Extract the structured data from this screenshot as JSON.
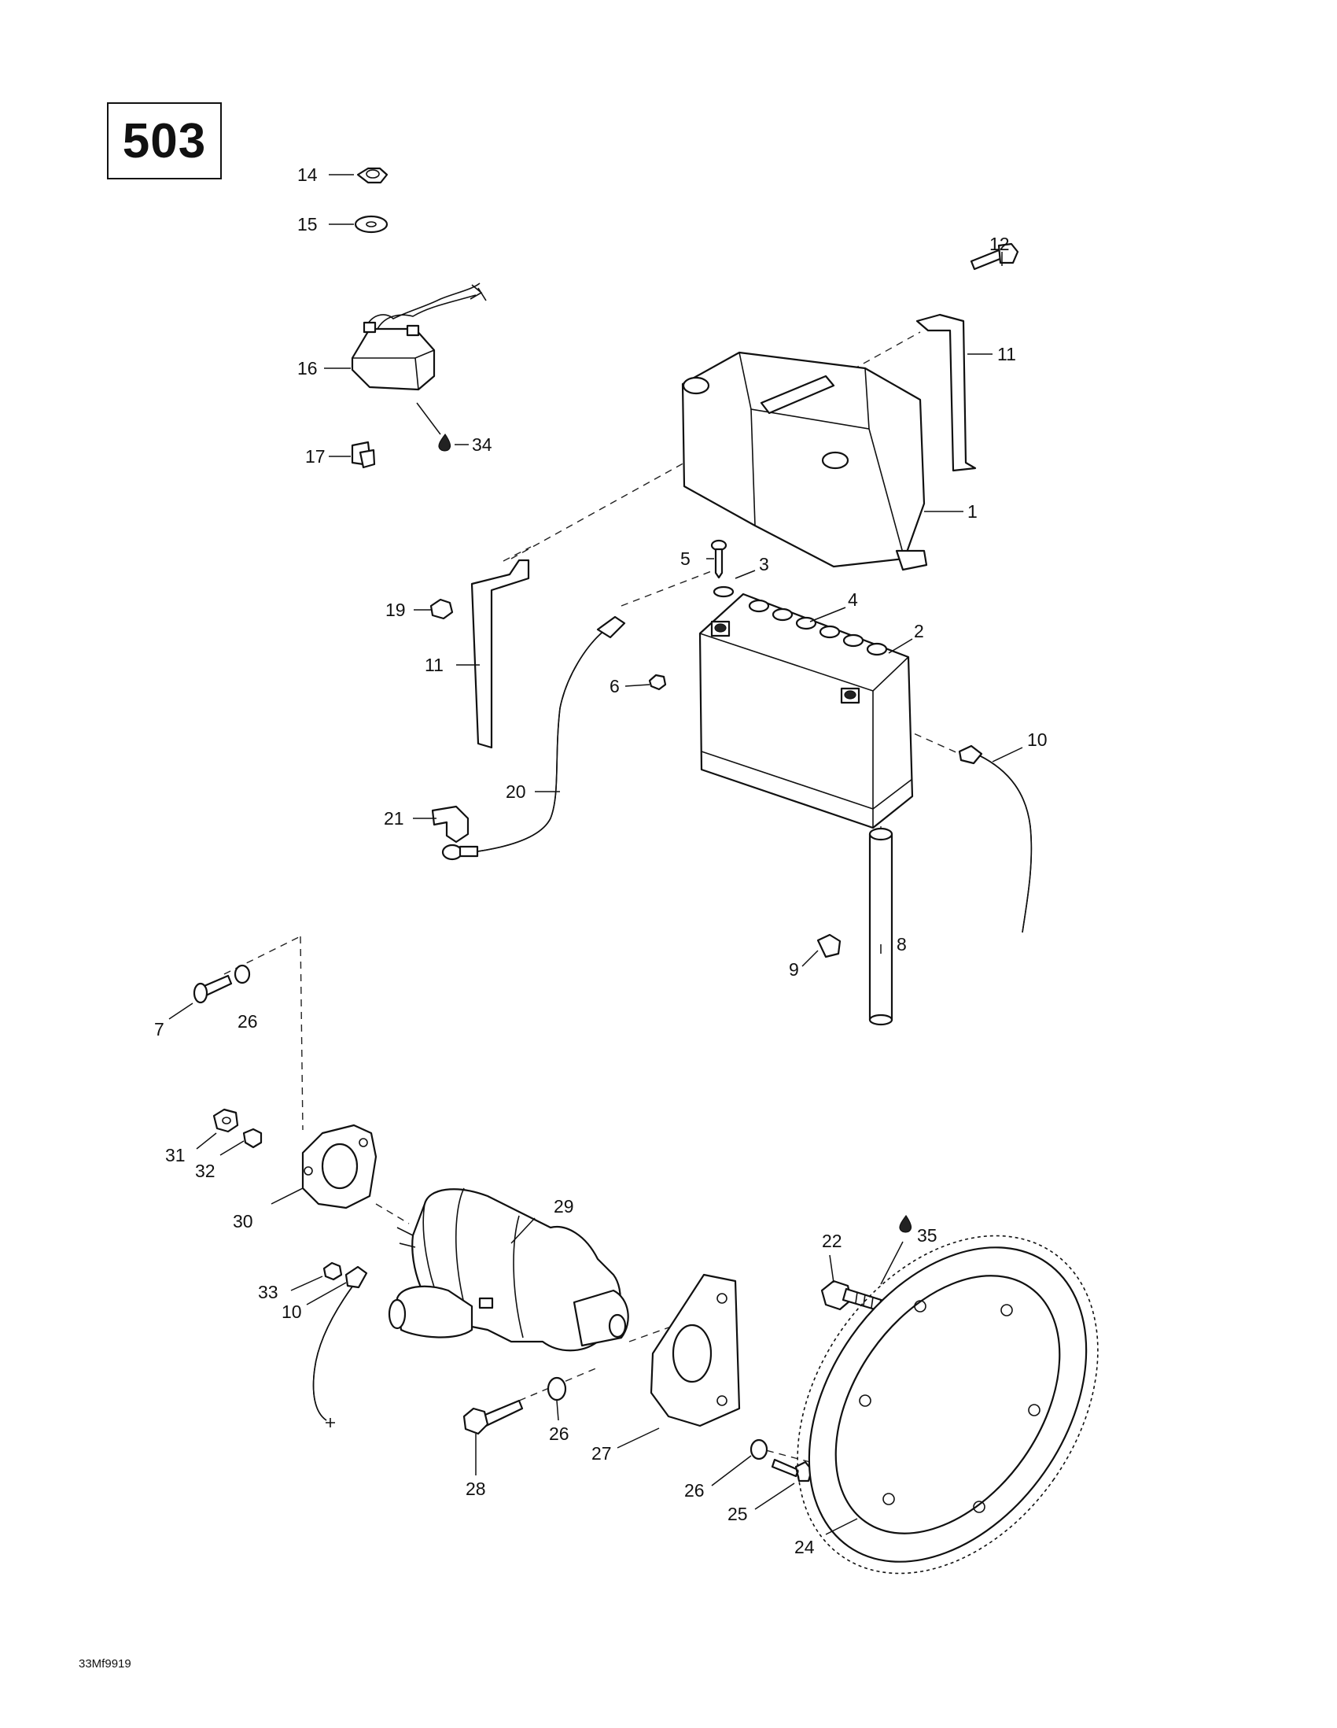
{
  "page_number": "503",
  "figure_code": "33Mf9919",
  "callouts": {
    "c1": "1",
    "c2": "2",
    "c3": "3",
    "c4": "4",
    "c5": "5",
    "c6": "6",
    "c7": "7",
    "c8": "8",
    "c9": "9",
    "c10a": "10",
    "c10b": "10",
    "c11a": "11",
    "c11b": "11",
    "c12": "12",
    "c14": "14",
    "c15": "15",
    "c16": "16",
    "c17": "17",
    "c19": "19",
    "c20": "20",
    "c21": "21",
    "c22": "22",
    "c24": "24",
    "c25": "25",
    "c26a": "26",
    "c26b": "26",
    "c26c": "26",
    "c27": "27",
    "c28": "28",
    "c29": "29",
    "c30": "30",
    "c31": "31",
    "c32": "32",
    "c33": "33",
    "c34": "34",
    "c35": "35"
  }
}
